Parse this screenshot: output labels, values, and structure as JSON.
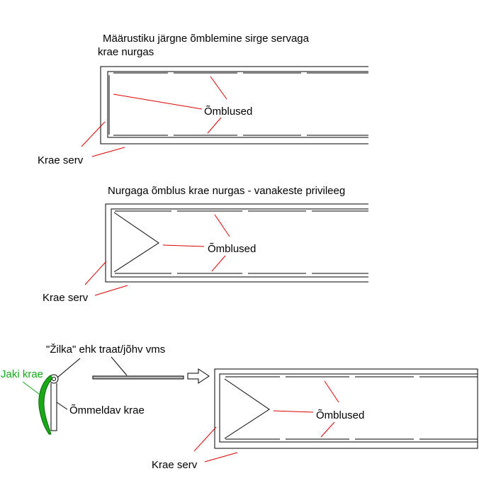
{
  "colors": {
    "line": "#000000",
    "leader": "#e00000",
    "jacket_collar": "#18a818",
    "wire_fill": "#b8b8b8",
    "background": "#ffffff"
  },
  "section1": {
    "title_line1": "Määrustiku järgne õmblemine sirge servaga",
    "title_line2": "krae nurgas",
    "seams_label": "Õmblused",
    "edge_label": "Krae serv"
  },
  "section2": {
    "title": "Nurgaga õmblus krae nurgas - vanakeste privileeg",
    "seams_label": "Õmblused",
    "edge_label": "Krae serv"
  },
  "section3": {
    "wire_label": "\"Žilka\" ehk traat/jõhv vms",
    "jacket_collar_label": "Jaki krae",
    "sewn_collar_label": "Õmmeldav krae",
    "seams_label": "Õmblused",
    "edge_label": "Krae serv",
    "arrow_icon": "right-arrow-icon"
  }
}
